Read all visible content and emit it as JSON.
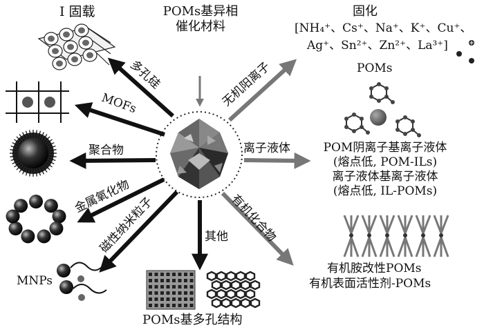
{
  "center": {
    "title_line1": "POMs基异相",
    "title_line2": "催化材料"
  },
  "branches": {
    "mesoporous_silica": {
      "arrow_label": "多孔硅",
      "target_label": "I 固载"
    },
    "mofs": {
      "arrow_label": "MOFs"
    },
    "polymer": {
      "arrow_label": "聚合物"
    },
    "metal_oxide": {
      "arrow_label": "金属氧化物"
    },
    "magnetic_np": {
      "arrow_label": "磁性纳米粒子",
      "target_label": "MNPs"
    },
    "other": {
      "arrow_label": "其他",
      "target_label": "POMs基多孔结构"
    },
    "organic": {
      "arrow_label": "有机化合物",
      "target_line1": "有机胺改性POMs",
      "target_line2": "有机表面活性剂-POMs"
    },
    "ionic_liquid": {
      "arrow_label": "离子液体",
      "target_line1": "POM阴离子基离子液体",
      "target_line2": "(熔点低, POM-ILs)",
      "target_line3": "离子液体基离子液体",
      "target_line4": "(熔点低, IL-POMs)"
    },
    "inorganic_cation": {
      "arrow_label": "无机阳离子",
      "target_title": "固化",
      "cations_line1": "[NH₄⁺、Cs⁺、Na⁺、K⁺、Cu⁺、",
      "cations_line2": "Ag⁺、Sn²⁺、Zn²⁺、La³⁺]",
      "pom_label": "POMs"
    }
  },
  "colors": {
    "arrow_dark": "#111111",
    "arrow_gray": "#777777",
    "sphere": "#555555"
  }
}
